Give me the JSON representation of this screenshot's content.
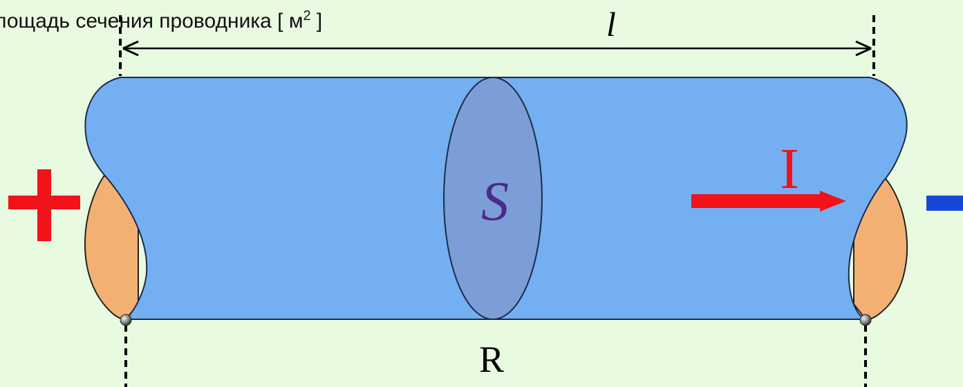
{
  "caption": {
    "prefix": "лощадь сечения проводника [ м",
    "sup": "2",
    "suffix": " ]"
  },
  "labels": {
    "length": "l",
    "area": "S",
    "current": "I",
    "resistance": "R"
  },
  "colors": {
    "background": "#e8fbe0",
    "conductor": "#74aff2",
    "cross_section": "#7b9ed6",
    "end_caps": "#f2b173",
    "plus": "#f2121a",
    "minus": "#1648d8",
    "current_arrow": "#f2121a",
    "area_label": "#4a2a8a"
  }
}
